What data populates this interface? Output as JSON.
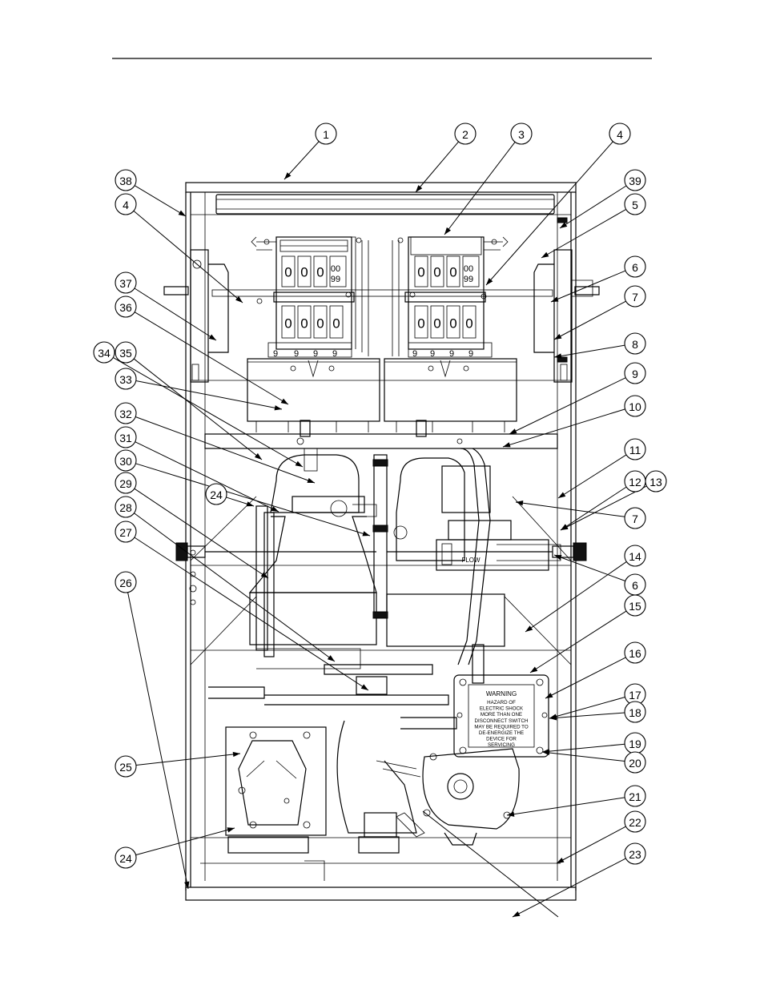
{
  "callouts": [
    "1",
    "2",
    "3",
    "4",
    "4",
    "5",
    "6",
    "6",
    "7",
    "7",
    "8",
    "9",
    "10",
    "11",
    "12",
    "13",
    "14",
    "15",
    "16",
    "17",
    "18",
    "19",
    "20",
    "21",
    "22",
    "23",
    "24",
    "24",
    "25",
    "26",
    "27",
    "28",
    "29",
    "30",
    "31",
    "32",
    "33",
    "34",
    "35",
    "36",
    "37",
    "38",
    "39"
  ],
  "counters": {
    "left_upper": [
      "0",
      "0",
      "0",
      "00",
      "99"
    ],
    "right_upper": [
      "0",
      "0",
      "0",
      "00",
      "99"
    ],
    "left_lower": [
      "0",
      "0",
      "0",
      "0"
    ],
    "right_lower": [
      "0",
      "0",
      "0",
      "0"
    ],
    "left_price": [
      "9",
      "9",
      "9",
      "9"
    ],
    "right_price": [
      "9",
      "9",
      "9",
      "9"
    ]
  },
  "valve_label": "FLOW",
  "warning_label": {
    "title": "WARNING",
    "lines": [
      "HAZARD OF",
      "ELECTRIC SHOCK",
      "MORE THAN ONE",
      "DISCONNECT SWITCH",
      "MAY BE REQUIRED TO",
      "DE-ENERGIZE THE",
      "DEVICE FOR",
      "SERVICING"
    ]
  }
}
